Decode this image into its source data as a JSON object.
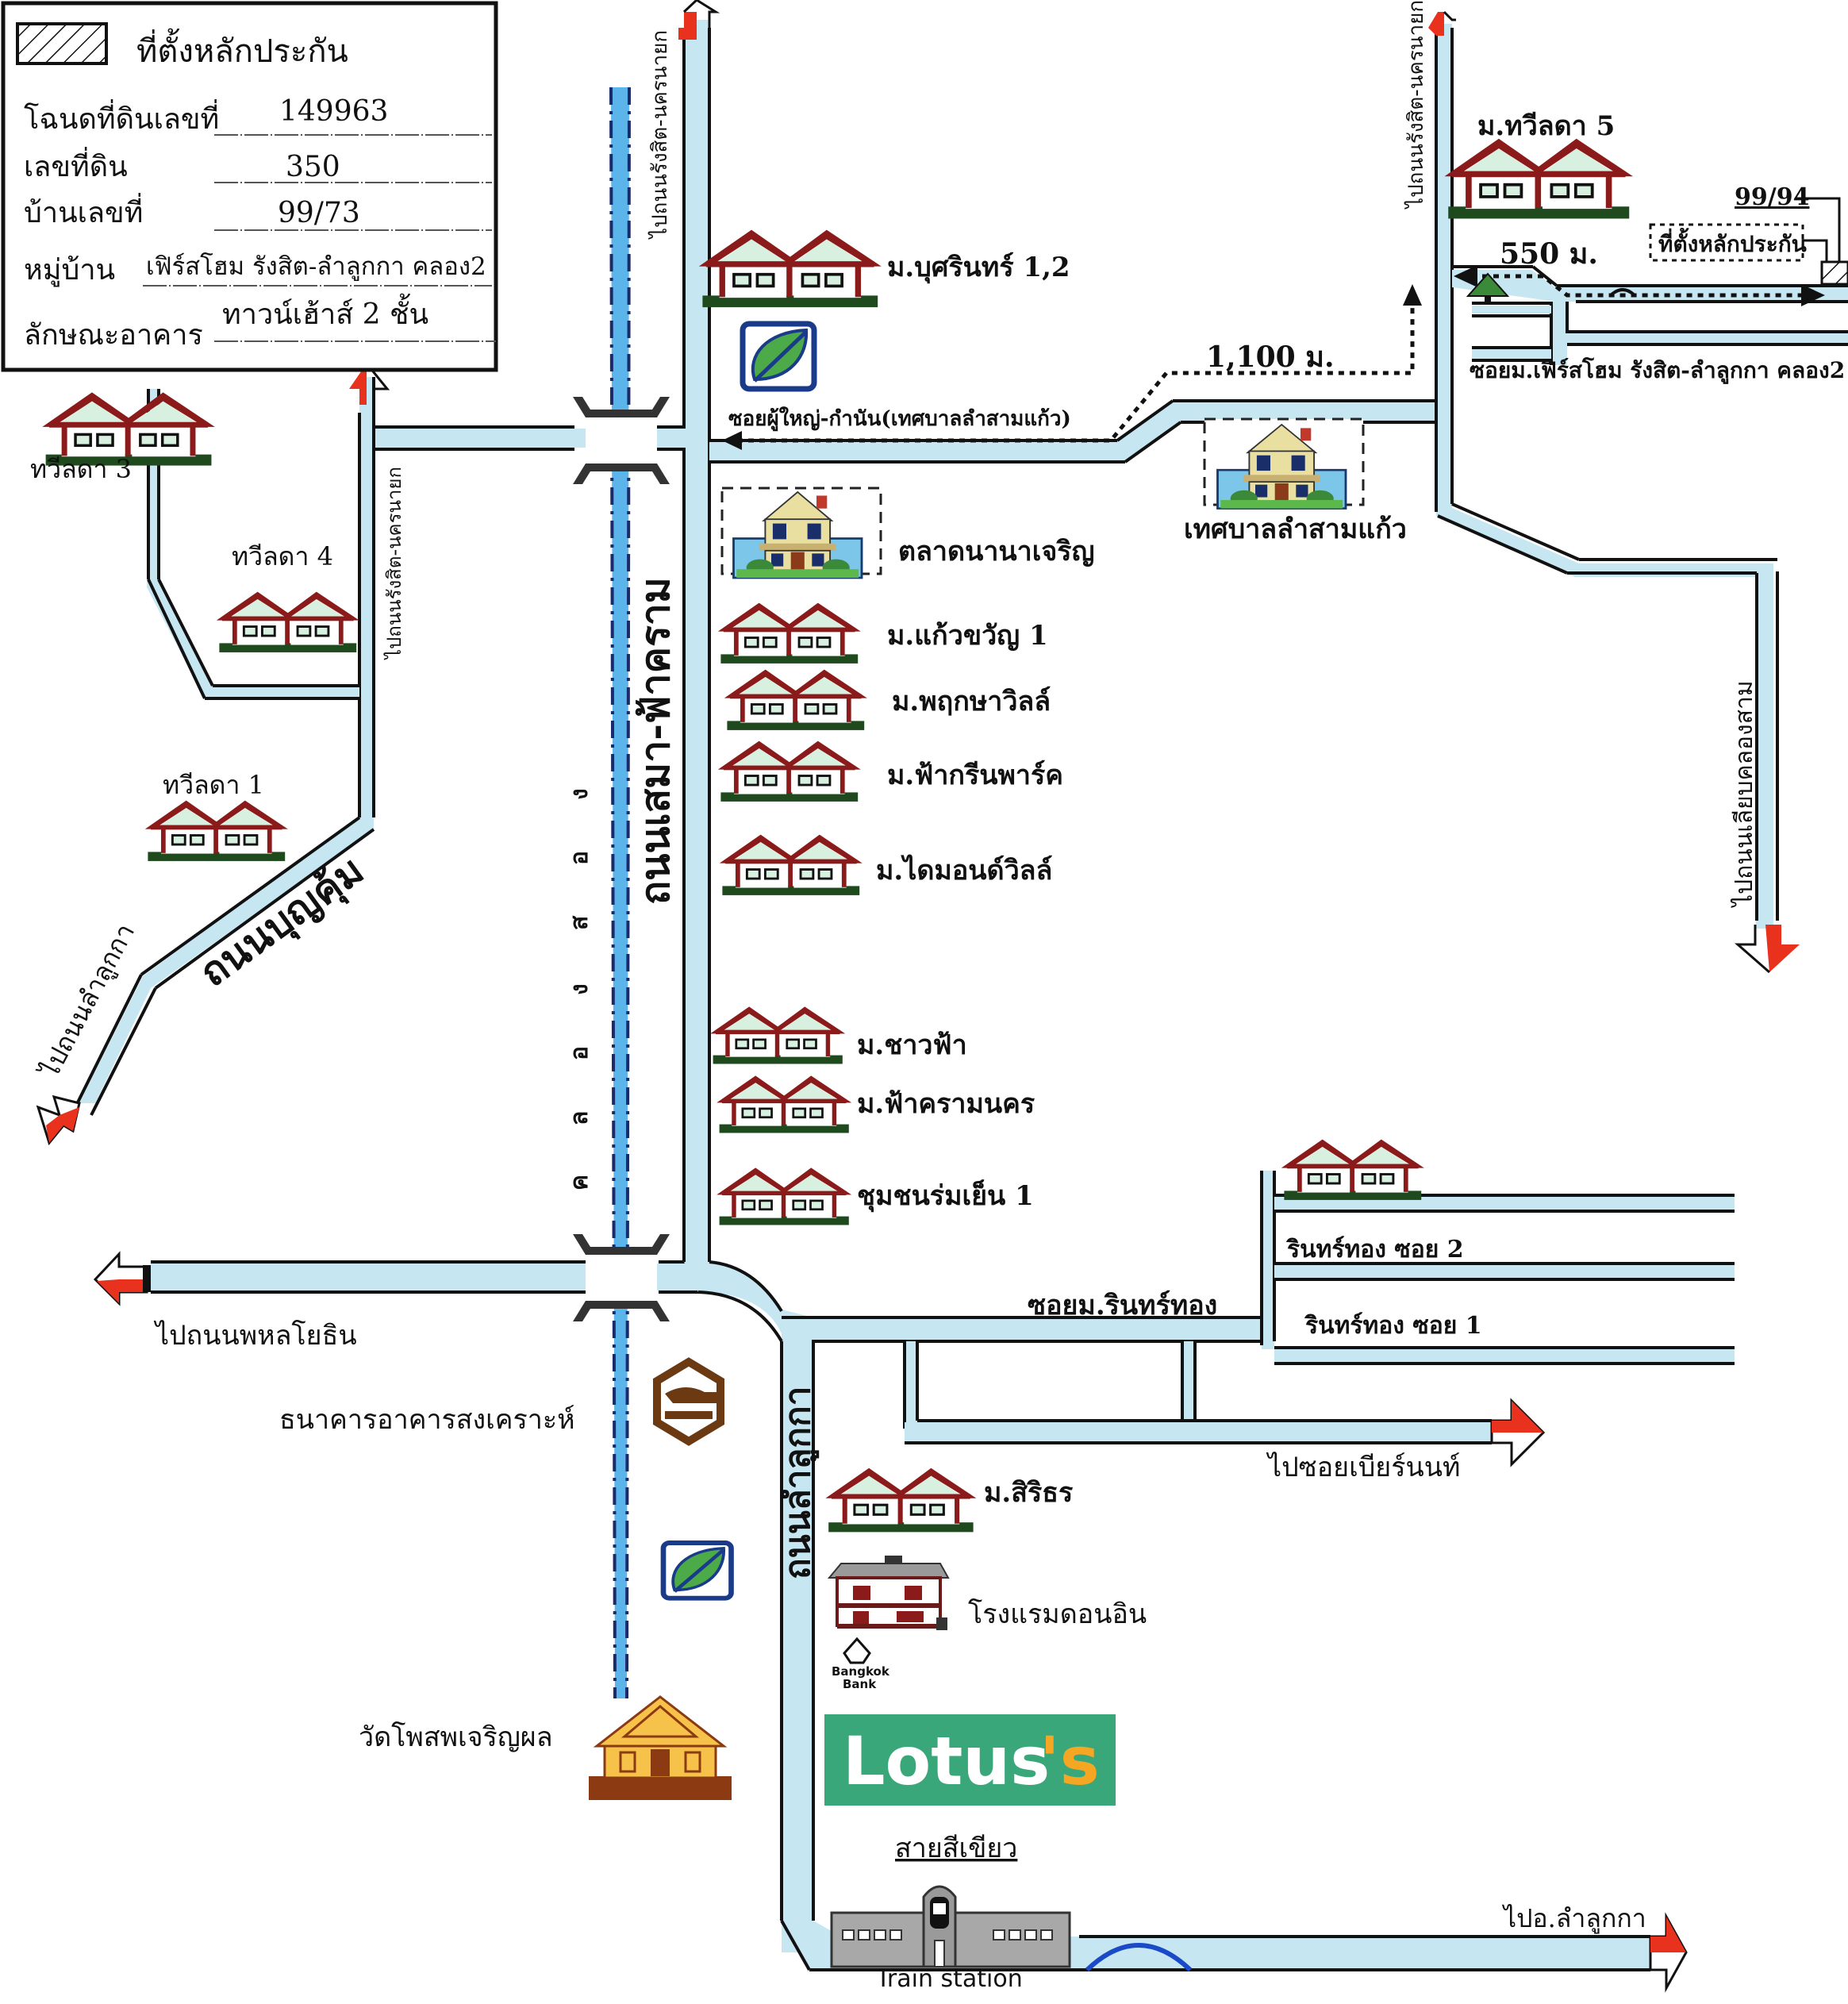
{
  "legend": {
    "title": "ที่ตั้งหลักประกัน",
    "rows": [
      {
        "label": "โฉนดที่ดินเลขที่",
        "value": "149963"
      },
      {
        "label": "เลขที่ดิน",
        "value": "350"
      },
      {
        "label": "บ้านเลขที่",
        "value": "99/73"
      },
      {
        "label": "หมู่บ้าน",
        "value": "เฟิร์สโฮม รังสิต-ลำลูกกา คลอง2"
      },
      {
        "label": "ลักษณะอาคาร",
        "value": "ทาวน์เฮ้าส์  2 ชั้น"
      }
    ]
  },
  "roads": {
    "main_road": "ถนนเสมา-ฟ้าคราม",
    "boonkhum_road": "ถนนบุญคุ้ม",
    "lamlukka_road": "ถนนลำลูกกา",
    "to_rangsit_nakhonnayok_top": "ไปถนนรังสิต-นครนายก",
    "to_rangsit_nakhonnayok_left": "ไปถนนรังสิต-นครนายก",
    "to_rangsit_nakhonnayok_right": "ไปถนนรังสิต-นครนายก",
    "to_lamlukka_road": "ไปถนนลำลูกกา",
    "to_phahonyothin": "ไปถนนพหลโยธิน",
    "to_liap_khlong_sam": "ไปถนนเลียบคลองสาม",
    "soi_phuyai_kamnan": "ซอยผู้ใหญ่-กำนัน(เทศบาลลำสามแก้ว)",
    "soi_first_home": "ซอยม.เฟิร์สโฮม รังสิต-ลำลูกกา คลอง2",
    "soi_rinthong": "ซอยม.รินทร์ทอง",
    "rinthong_soi_2": "รินทร์ทอง ซอย 2",
    "rinthong_soi_1": "รินทร์ทอง ซอย 1",
    "to_soi_bianon": "ไปซอยเบียร์นนท์",
    "to_amphoe_lamlukka": "ไปอ.ลำลูกกา",
    "canal": [
      "ค",
      "ล",
      "อ",
      "ง",
      "ส",
      "อ",
      "ง"
    ]
  },
  "distances": {
    "d1": "1,100 ม.",
    "d2": "550 ม."
  },
  "target": {
    "house_no": "99/94",
    "label": "ที่ตั้งหลักประกัน"
  },
  "places": {
    "twilada3": "ทวีลดา 3",
    "twilada4": "ทวีลดา 4",
    "twilada1": "ทวีลดา 1",
    "twilada5": "ม.ทวีลดา 5",
    "busarin": "ม.บุศรินทร์ 1,2",
    "market": "ตลาดนานาเจริญ",
    "municipality": "เทศบาลลำสามแก้ว",
    "kaewkwan": "ม.แก้วขวัญ 1",
    "pruksa": "ม.พฤกษาวิลล์",
    "fagreen": "ม.ฟ้ากรีนพาร์ค",
    "diamond": "ม.ไดมอนด์วิลล์",
    "chaofa": "ม.ชาวฟ้า",
    "fakram": "ม.ฟ้าครามนคร",
    "romyen": "ชุมชนร่มเย็น 1",
    "sirithorn": "ม.สิริธร",
    "ghbank": "ธนาคารอาคารสงเคราะห์",
    "hotel": "โรงแรมดอนอิน",
    "temple": "วัดโพสพเจริญผล",
    "bangkok_bank_1": "Bangkok",
    "bangkok_bank_2": "Bank",
    "lotus": "Lotus",
    "lotus_s": "'s",
    "green_line": "สายสีเขียว",
    "train_station": "Train station"
  },
  "colors": {
    "road": "#c6e6f2",
    "canal": "#5bb4ea",
    "roof": "#8b1a1a",
    "arrow_red": "#e8321e",
    "lotus_green": "#3aa77a",
    "lotus_orange": "#f5a623"
  }
}
